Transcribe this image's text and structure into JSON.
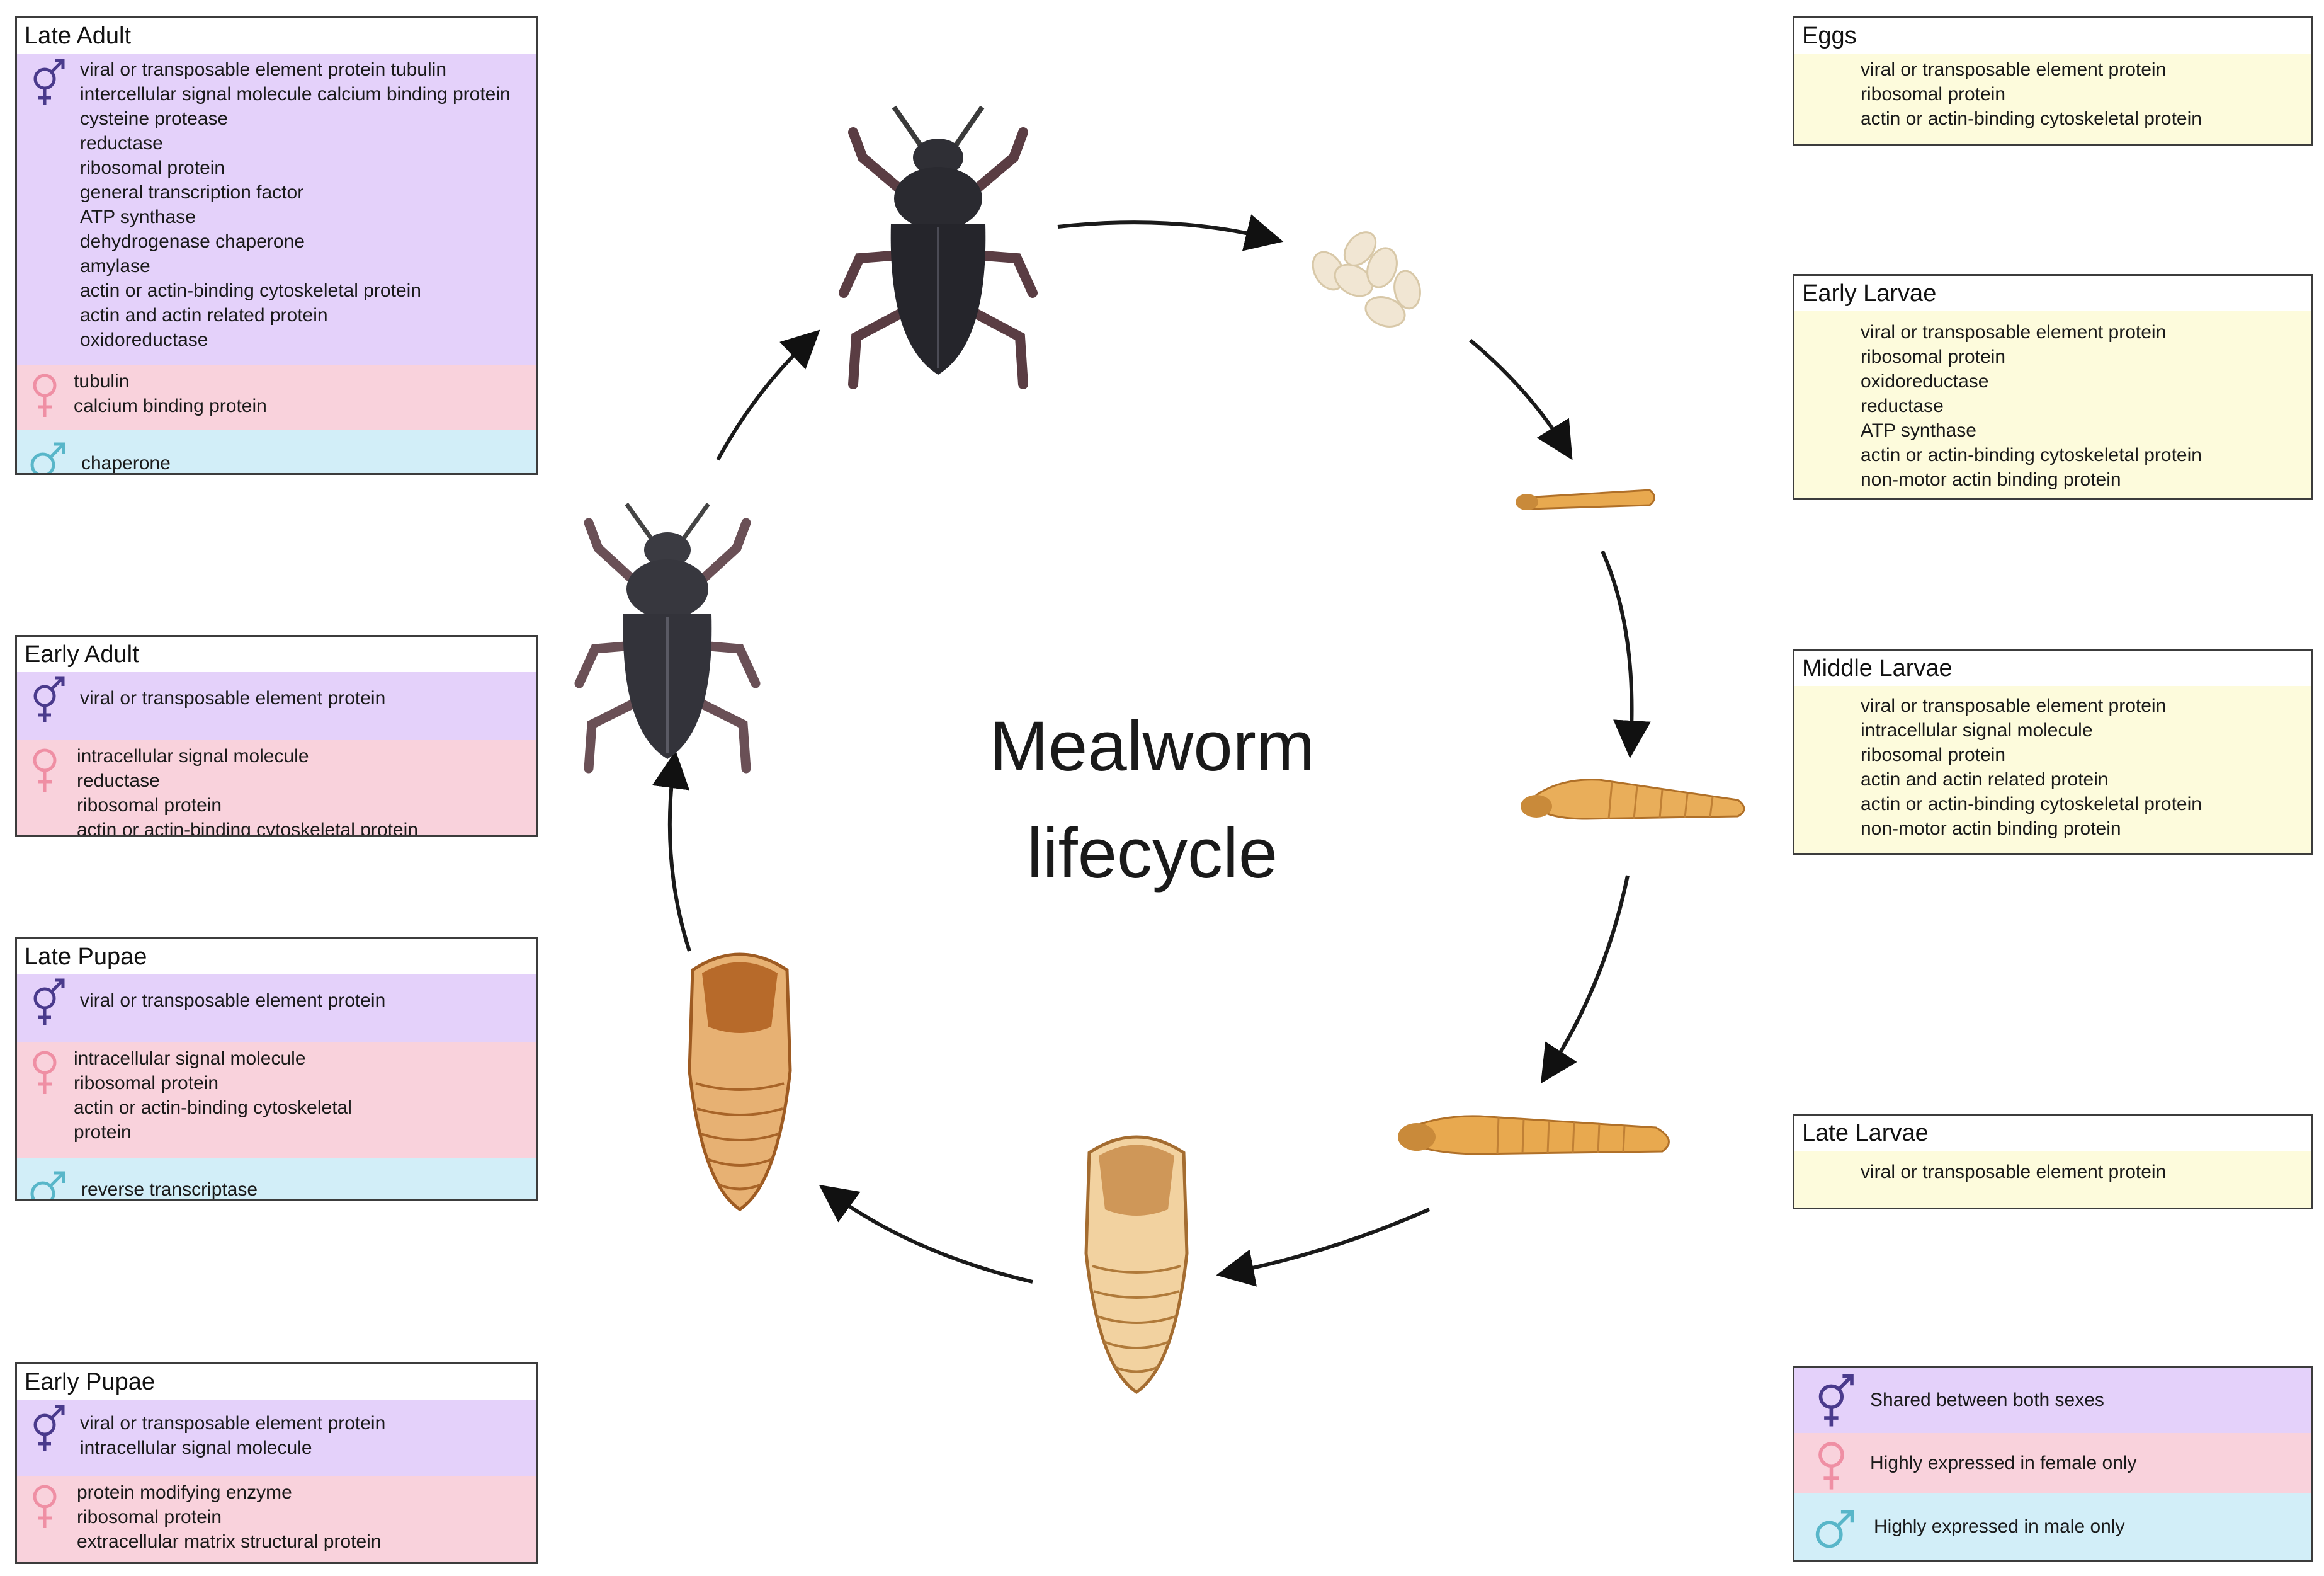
{
  "title_line1": "Mealworm",
  "title_line2": "lifecycle",
  "panels": {
    "late_adult": {
      "title": "Late Adult",
      "shared": [
        "viral or transposable element protein tubulin",
        "intercellular signal molecule calcium binding protein",
        "cysteine protease",
        "reductase",
        "ribosomal protein",
        "general transcription factor",
        "ATP synthase",
        "dehydrogenase chaperone",
        "amylase",
        "actin or actin-binding cytoskeletal protein",
        "actin and actin related protein",
        "oxidoreductase"
      ],
      "female": [
        "tubulin",
        "calcium binding protein"
      ],
      "male": [
        "chaperone"
      ]
    },
    "early_adult": {
      "title": "Early Adult",
      "shared": [
        "viral or transposable element protein"
      ],
      "female": [
        "intracellular signal molecule",
        "reductase",
        "ribosomal protein",
        "actin or actin-binding cytoskeletal protein"
      ]
    },
    "late_pupae": {
      "title": "Late Pupae",
      "shared": [
        "viral or transposable element protein"
      ],
      "female": [
        "intracellular signal molecule",
        "ribosomal protein",
        "actin or actin-binding cytoskeletal",
        "protein"
      ],
      "male": [
        "reverse transcriptase"
      ]
    },
    "early_pupae": {
      "title": "Early Pupae",
      "shared": [
        "viral or transposable element protein",
        "intracellular signal molecule"
      ],
      "female": [
        "protein modifying enzyme",
        "ribosomal protein",
        "extracellular matrix structural protein"
      ]
    },
    "eggs": {
      "title": "Eggs",
      "items": [
        "viral or transposable element protein",
        "ribosomal protein",
        "actin or actin-binding cytoskeletal protein"
      ]
    },
    "early_larvae": {
      "title": "Early Larvae",
      "items": [
        "viral or transposable element protein",
        "ribosomal protein",
        "oxidoreductase",
        "reductase",
        "ATP synthase",
        "actin or actin-binding cytoskeletal protein",
        "non-motor actin binding protein"
      ]
    },
    "middle_larvae": {
      "title": "Middle Larvae",
      "items": [
        "viral or transposable element protein",
        "intracellular signal molecule",
        "ribosomal protein",
        "actin and actin related protein",
        "actin or actin-binding cytoskeletal protein",
        "non-motor actin binding protein"
      ]
    },
    "late_larvae": {
      "title": "Late Larvae",
      "items": [
        "viral or transposable element protein"
      ]
    }
  },
  "legend": {
    "shared": "Shared between both sexes",
    "female": "Highly expressed in female only",
    "male": "Highly expressed in male only"
  },
  "colors": {
    "shared_band": "#e4d1fa",
    "female_band": "#f9d2dc",
    "male_band": "#d2eef8",
    "neutral_band": "#fdfbdc",
    "shared_symbol": "#4a3a8c",
    "female_symbol": "#ef8fa4",
    "male_symbol": "#58b6c9"
  },
  "icons": {
    "shared": "male-female-symbol-icon",
    "female": "female-symbol-icon",
    "male": "male-symbol-icon"
  }
}
